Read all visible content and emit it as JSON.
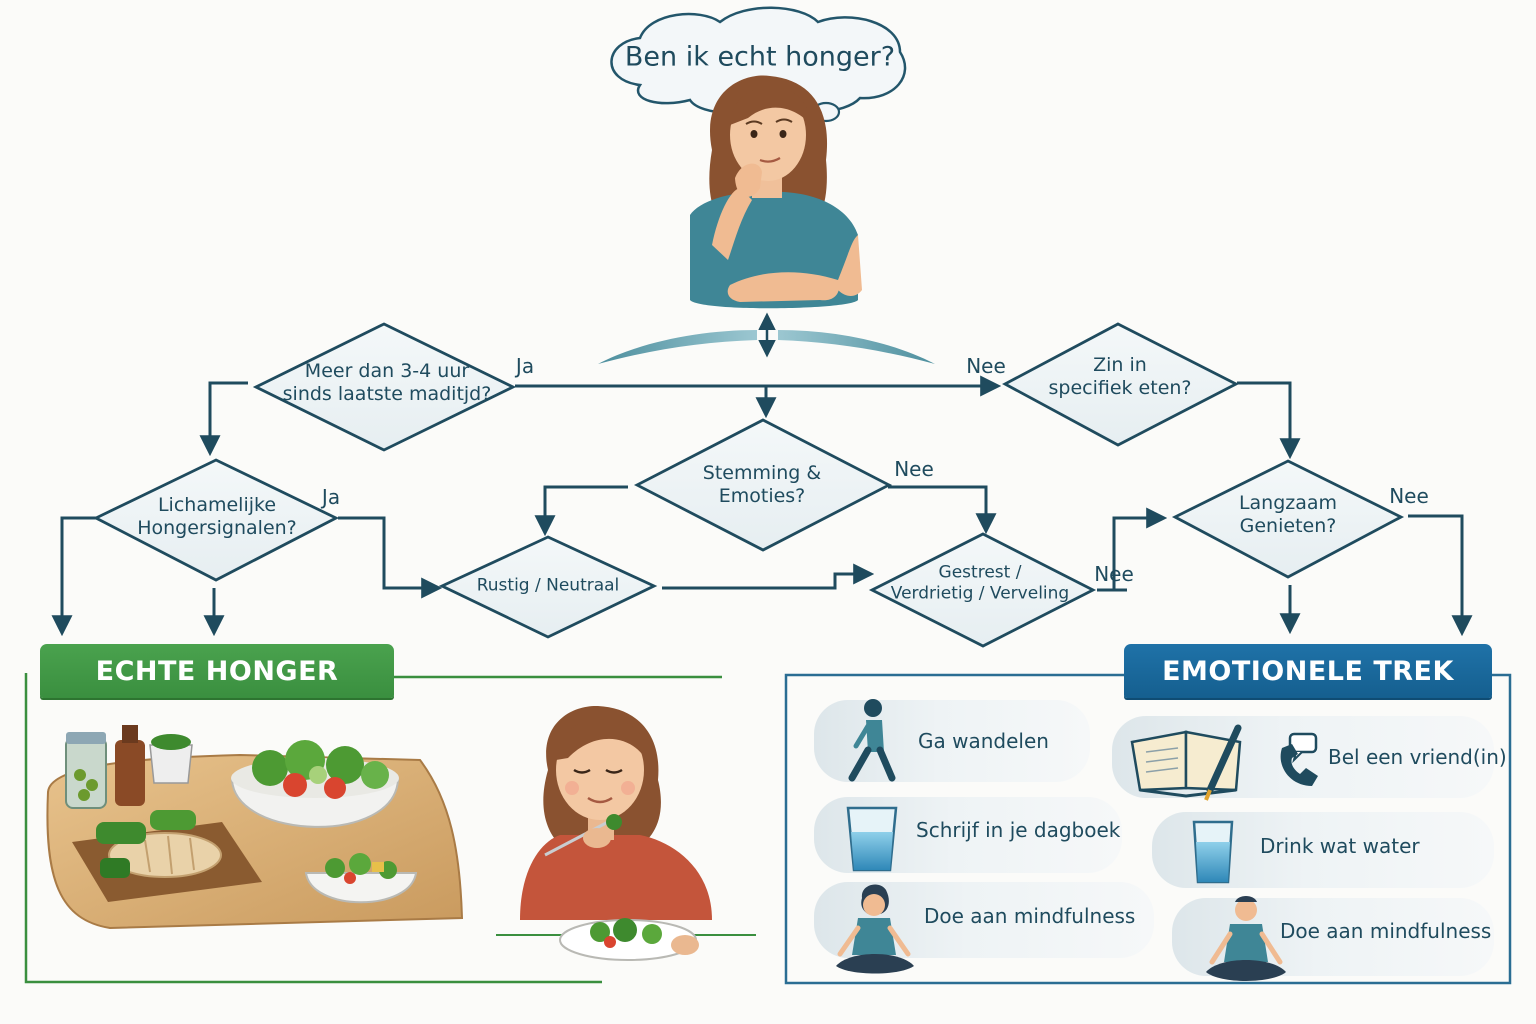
{
  "title_question": "Ben ik echt honger?",
  "decisions": {
    "d1": [
      "Meer dan 3-4 uur",
      "sinds laatste maditjd?"
    ],
    "d2": [
      "Zin in",
      "specifiek eten?"
    ],
    "d3": [
      "Lichamelijke",
      "Hongersignalen?"
    ],
    "d4": [
      "Stemming &",
      "Emoties?"
    ],
    "d5": [
      "Rustig / Neutraal"
    ],
    "d6": [
      "Gestrest /",
      "Verdrietig / Verveling"
    ],
    "d7": [
      "Langzaam",
      "Genieten?"
    ]
  },
  "edges": {
    "ja": "Ja",
    "nee": "Nee"
  },
  "categories": {
    "real": "ECHTE HONGER",
    "emotional": "EMOTIONELE TREK"
  },
  "activities": {
    "walk": "Ga wandelen",
    "call": "Bel een vriend(in)",
    "journal": "Schrijf in je dagboek",
    "water": "Drink wat water",
    "mind1": "Doe aan mindfulness",
    "mind2": "Doe aan mindfulness"
  },
  "colors": {
    "ink": "#1f4b5e",
    "green": "#3a8f3f",
    "blue": "#155f8f",
    "teal_shirt": "#3b7f8f",
    "red_shirt": "#c4553b"
  }
}
